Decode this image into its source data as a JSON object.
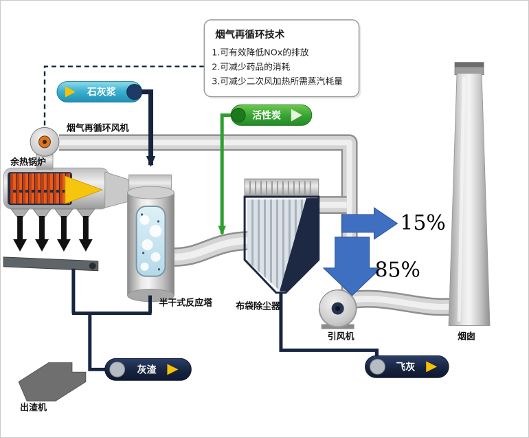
{
  "callout": {
    "title": "烟气再循环技术",
    "items": [
      "1.可有效降低NOx的排放",
      "2.可减少药品的消耗",
      "3.可减少二次风加热所需蒸汽耗量"
    ]
  },
  "labels": {
    "recirc_fan": "烟气再循环风机",
    "boiler": "余热锅炉",
    "reactor": "半干式反应塔",
    "baghouse": "布袋除尘器",
    "id_fan": "引风机",
    "stack": "烟囱",
    "slag_machine": "出渣机"
  },
  "tags": {
    "lime_slurry": "石灰浆",
    "activated_carbon": "活性炭",
    "bottom_ash": "灰渣",
    "fly_ash": "飞灰"
  },
  "flow_split": {
    "recirculated": "15%",
    "to_stack": "85%"
  },
  "colors": {
    "line_navy": "#16243f",
    "pipe_gray": "#d4d4d4",
    "teal": "#2ba3c6",
    "green": "#2f9e2f",
    "arrow_blue": "#3e6fc1",
    "accent_yellow": "#f8c200"
  }
}
